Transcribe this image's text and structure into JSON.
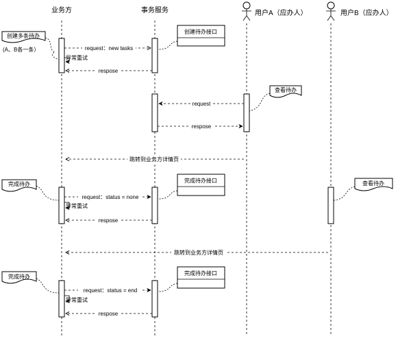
{
  "participants": {
    "business": "业务方",
    "service": "事务服务",
    "userA": "用户A（应办人）",
    "userB": "用户B（应办人）"
  },
  "notes": {
    "create_multi": "创建多条待办",
    "create_multi_sub": "(A、B各一条）",
    "view_a": "查看待办",
    "complete_1": "完成待办",
    "view_b": "查看待办",
    "complete_2": "完成待办"
  },
  "interfaces": {
    "create": "创建待办接口",
    "complete_1": "完成待办接口",
    "complete_2": "完成待办接口"
  },
  "messages": {
    "req_new_tasks": "request：new tasks",
    "retry_1": "异常重试",
    "resp_1": "respose",
    "req_a": "request",
    "resp_a": "respose",
    "jump_1": "跳转到业务方详情页",
    "req_status_none": "request：status = none",
    "retry_2": "异常重试",
    "resp_2": "respose",
    "jump_2": "跳转到业务方详情页",
    "req_status_end": "request：status = end",
    "retry_3": "异常重试",
    "resp_3": "respose"
  }
}
